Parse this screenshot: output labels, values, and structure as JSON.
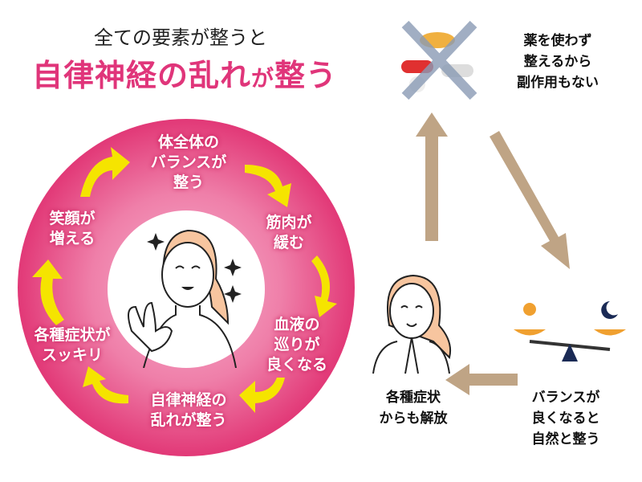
{
  "title": {
    "line1": "全ての要素が整うと",
    "line2a": "自律神経の乱れ",
    "line2b": "が",
    "line2c": "整う"
  },
  "cycle": [
    {
      "l1": "体全体の",
      "l2": "バランスが",
      "l3": "整う"
    },
    {
      "l1": "筋肉が",
      "l2": "緩む"
    },
    {
      "l1": "血液の",
      "l2": "巡りが",
      "l3": "良くなる"
    },
    {
      "l1": "自律神経の",
      "l2": "乱れが整う"
    },
    {
      "l1": "各種症状が",
      "l2": "スッキリ"
    },
    {
      "l1": "笑顔が",
      "l2": "増える"
    }
  ],
  "right": {
    "top": {
      "l1": "薬を使わず",
      "l2": "整えるから",
      "l3": "副作用もない"
    },
    "bottom_right": {
      "l1": "バランスが",
      "l2": "良くなると",
      "l3": "自然と整う"
    },
    "bottom_left": {
      "l1": "各種症状",
      "l2": "からも解放"
    }
  },
  "colors": {
    "accent": "#e0357a",
    "arrow_yellow": "#f5e400",
    "arrow_brown": "#b89a78"
  }
}
